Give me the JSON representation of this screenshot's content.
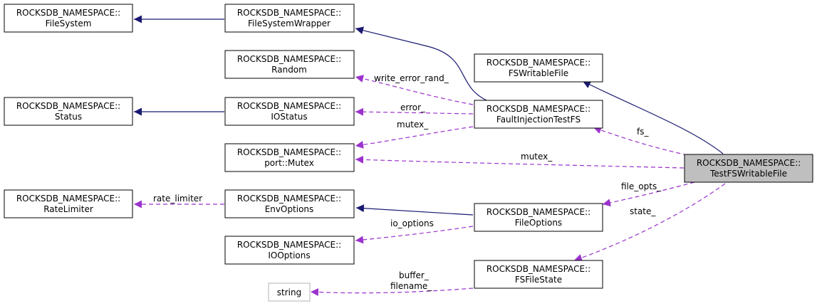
{
  "colors": {
    "inheritance": "#191970",
    "usage": "#9a32cd",
    "highlight_fill": "#bfbfbf",
    "border": "#000000",
    "grey_border": "#b3b3b3"
  },
  "nodes": {
    "filesystem": {
      "line1": "ROCKSDB_NAMESPACE::",
      "line2": "FileSystem"
    },
    "filesystemwrapper": {
      "line1": "ROCKSDB_NAMESPACE::",
      "line2": "FileSystemWrapper"
    },
    "random": {
      "line1": "ROCKSDB_NAMESPACE::",
      "line2": "Random"
    },
    "fswritablefile": {
      "line1": "ROCKSDB_NAMESPACE::",
      "line2": "FSWritableFile"
    },
    "status": {
      "line1": "ROCKSDB_NAMESPACE::",
      "line2": "Status"
    },
    "iostatus": {
      "line1": "ROCKSDB_NAMESPACE::",
      "line2": "IOStatus"
    },
    "faultinjectiontestfs": {
      "line1": "ROCKSDB_NAMESPACE::",
      "line2": "FaultInjectionTestFS"
    },
    "mutex": {
      "line1": "ROCKSDB_NAMESPACE::",
      "line2": "port::Mutex"
    },
    "testfswritablefile": {
      "line1": "ROCKSDB_NAMESPACE::",
      "line2": "TestFSWritableFile"
    },
    "ratelimiter": {
      "line1": "ROCKSDB_NAMESPACE::",
      "line2": "RateLimiter"
    },
    "envoptions": {
      "line1": "ROCKSDB_NAMESPACE::",
      "line2": "EnvOptions"
    },
    "fileoptions": {
      "line1": "ROCKSDB_NAMESPACE::",
      "line2": "FileOptions"
    },
    "iooptions": {
      "line1": "ROCKSDB_NAMESPACE::",
      "line2": "IOOptions"
    },
    "fsfilestate": {
      "line1": "ROCKSDB_NAMESPACE::",
      "line2": "FSFileState"
    },
    "string": {
      "line1": "string"
    }
  },
  "edge_labels": {
    "write_error_rand": "write_error_rand_",
    "error": "error_",
    "mutex_fault": "mutex_",
    "mutex_test": "mutex_",
    "fs": "fs_",
    "rate_limiter": "rate_limiter",
    "file_opts": "file_opts_",
    "io_options": "io_options",
    "state": "state_",
    "buffer": "buffer_",
    "filename": "filename_"
  }
}
